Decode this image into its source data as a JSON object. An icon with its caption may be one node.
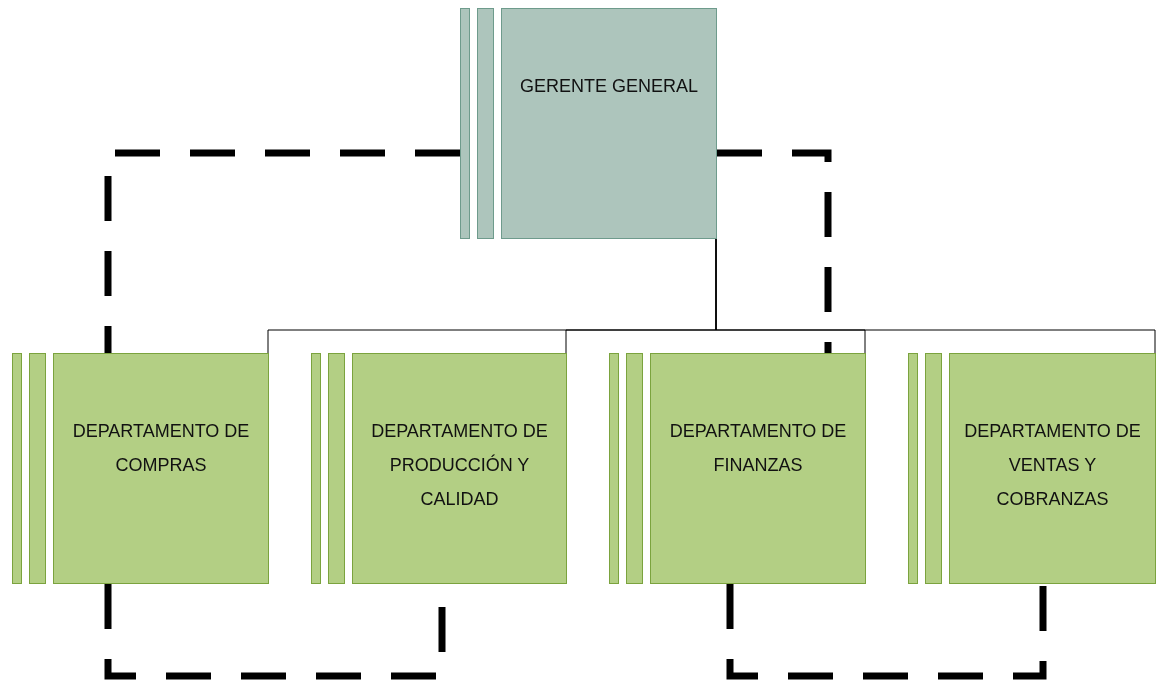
{
  "diagram": {
    "nodes": [
      {
        "text": [
          "GERENTE GENERAL"
        ]
      },
      {
        "text": [
          "DEPARTAMENTO DE COMPRAS"
        ]
      },
      {
        "text": [
          "DEPARTAMENTO DE PRODUCCIÓN Y CALIDAD"
        ]
      },
      {
        "text": [
          "DEPARTAMENTO DE FINANZAS"
        ]
      },
      {
        "text": [
          "DEPARTAMENTO DE VENTAS Y COBRANZAS"
        ]
      }
    ],
    "edges": [
      {
        "from": 0,
        "to": 1,
        "arrow": "none"
      },
      {
        "from": 0,
        "to": 2,
        "arrow": "none"
      },
      {
        "from": 0,
        "to": 3,
        "arrow": "none"
      },
      {
        "from": 0,
        "to": 4,
        "arrow": "none"
      },
      {
        "from": 0,
        "to": 1,
        "arrow": "none",
        "style": "dashed"
      },
      {
        "from": 0,
        "to": 3,
        "arrow": "none",
        "style": "dashed"
      },
      {
        "from": 1,
        "to": 2,
        "arrow": "none",
        "style": "dashed"
      },
      {
        "from": 3,
        "to": 4,
        "arrow": "none",
        "style": "dashed"
      }
    ]
  }
}
